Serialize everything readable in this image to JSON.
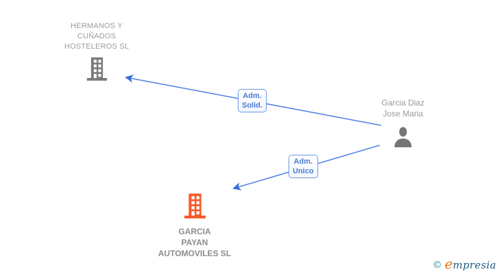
{
  "diagram": {
    "type": "corporate-relationship-graph",
    "nodes": {
      "company_top": {
        "label": "HERMANOS Y\nCUÑADOS\nHOSTELEROS SL",
        "icon": "building-icon",
        "icon_color": "#7a7a7a"
      },
      "person": {
        "label": "Garcia Diaz\nJose Maria",
        "icon": "person-icon",
        "icon_color": "#757575"
      },
      "company_bottom": {
        "label": "GARCIA\nPAYAN\nAUTOMOVILES SL",
        "icon": "building-icon",
        "icon_color": "#f95b2c"
      }
    },
    "edges": [
      {
        "from": "person",
        "to": "company_top",
        "label": "Adm.\nSolid."
      },
      {
        "from": "person",
        "to": "company_bottom",
        "label": "Adm.\nUnico"
      }
    ],
    "edge_color": "#4e7fe1"
  },
  "logo": {
    "copyright": "©",
    "brand_first_letter": "e",
    "brand_rest": "mpresia"
  }
}
